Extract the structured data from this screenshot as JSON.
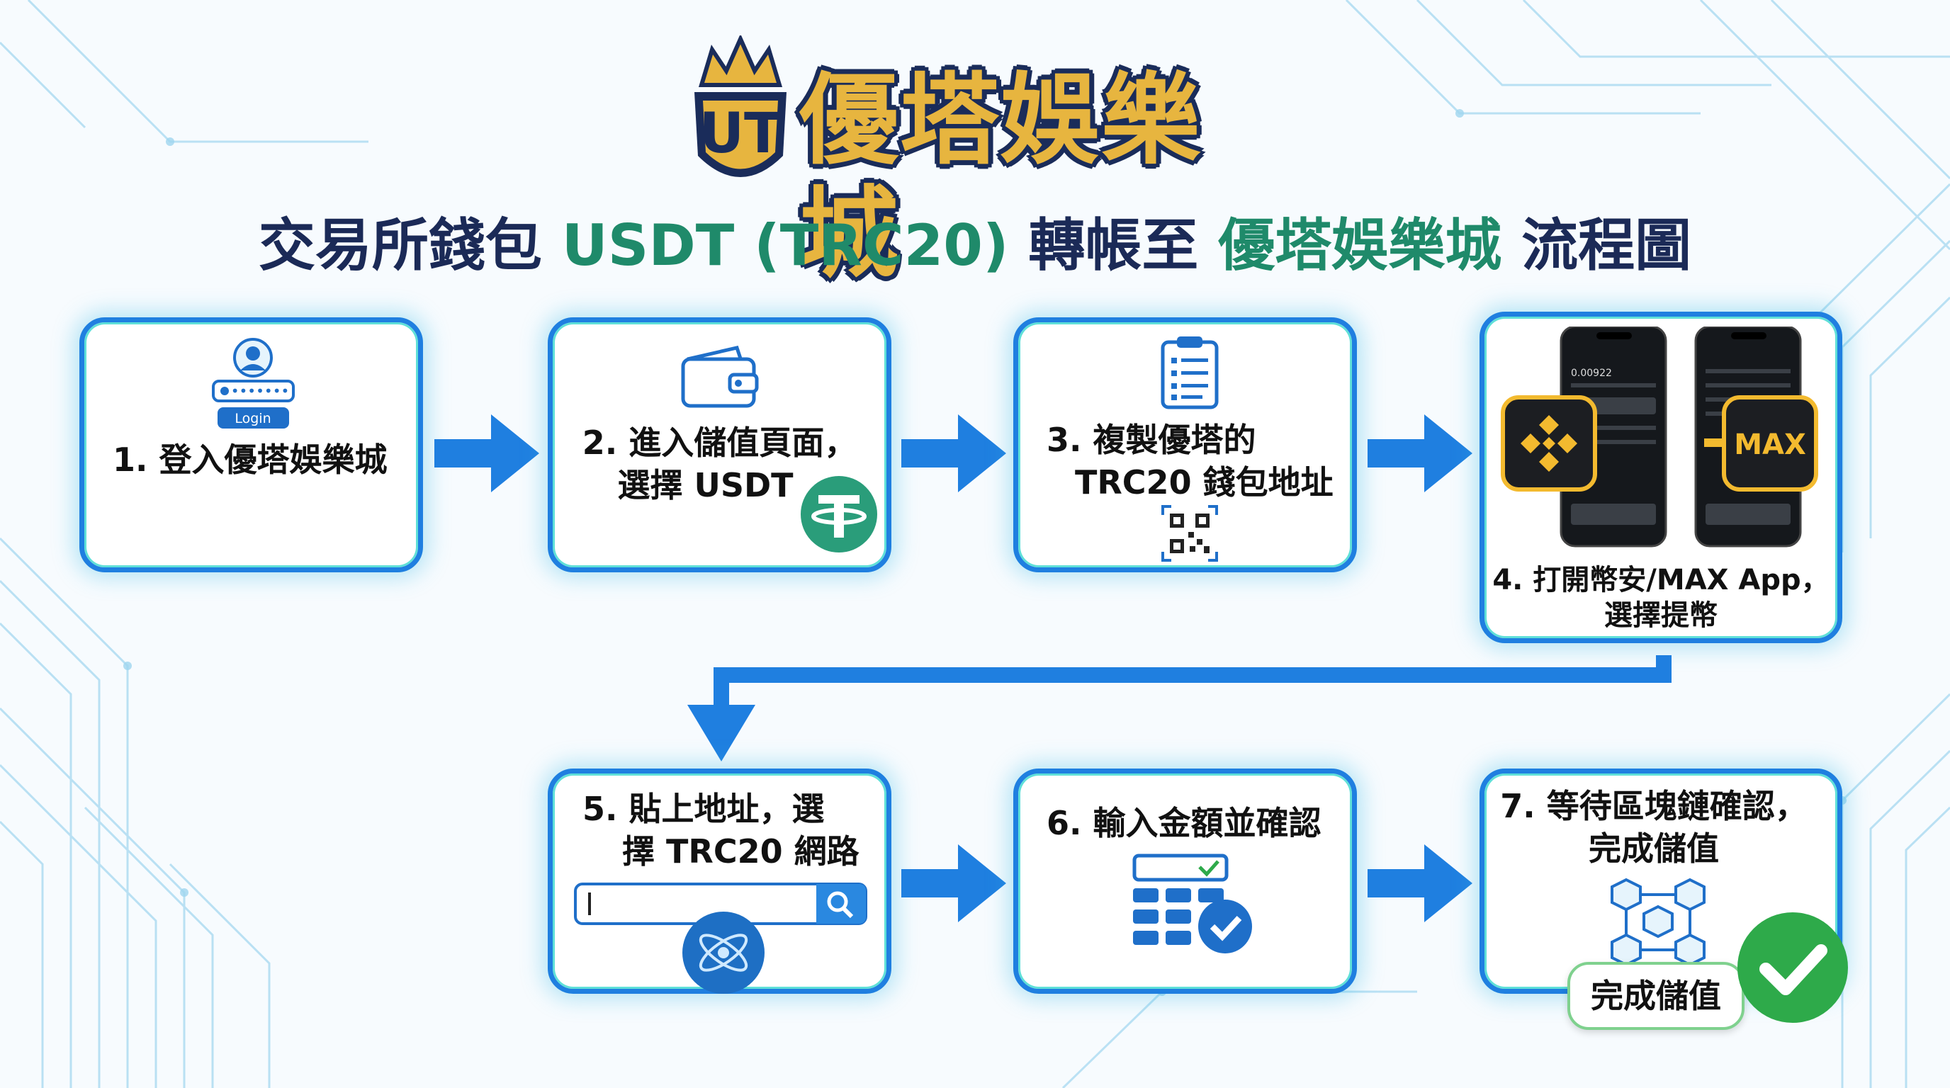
{
  "logo": {
    "brand": "優塔娛樂城",
    "monogram": "UT"
  },
  "title": {
    "part1": "交易所錢包",
    "part2": "USDT (TRC20)",
    "part3": "轉帳至",
    "part4": "優塔娛樂城",
    "part5": "流程圖"
  },
  "steps": [
    {
      "line1": "1. 登入優塔娛樂城"
    },
    {
      "line1": "2. 進入儲值頁面，",
      "line2": "選擇 USDT"
    },
    {
      "line1": "3. 複製優塔的",
      "line2": "TRC20 錢包地址"
    },
    {
      "line1": "4. 打開幣安/MAX App，",
      "line2": "選擇提幣"
    },
    {
      "line1": "5. 貼上地址，選",
      "line2": "擇 TRC20 網路"
    },
    {
      "line1": "6. 輸入金額並確認"
    },
    {
      "line1": "7. 等待區塊鏈確認，",
      "line2": "完成儲值"
    }
  ],
  "login_button": "Login",
  "password_dots": "•••••••",
  "exchanges": {
    "left_app": "Binance",
    "right_app": "MAX"
  },
  "phone_balance": "0.00922",
  "done_chip": "完成儲值",
  "colors": {
    "navy": "#1b2a57",
    "green": "#1f8a6a",
    "blue": "#1f7fe0",
    "gold": "#e7b53f",
    "tether": "#2a9d7a",
    "check": "#2eaa4a"
  }
}
